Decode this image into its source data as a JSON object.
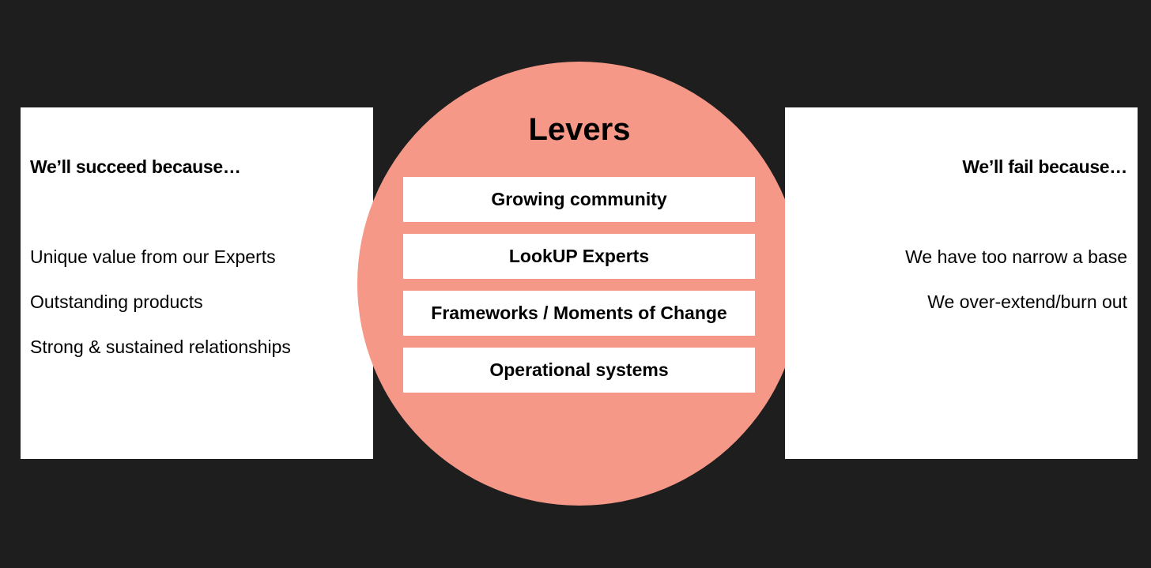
{
  "colors": {
    "background": "#1e1e1e",
    "circle": "#f69888",
    "panel": "#ffffff",
    "text": "#000000"
  },
  "left_panel": {
    "heading": "We’ll succeed because…",
    "items": [
      "Unique value from our Experts",
      "Outstanding products",
      "Strong & sustained relationships"
    ]
  },
  "center": {
    "title": "Levers",
    "levers": [
      "Growing community",
      "LookUP Experts",
      "Frameworks / Moments of Change",
      "Operational systems"
    ]
  },
  "right_panel": {
    "heading": "We’ll fail because…",
    "items": [
      "We have too narrow a base",
      "We over-extend/burn out"
    ]
  }
}
